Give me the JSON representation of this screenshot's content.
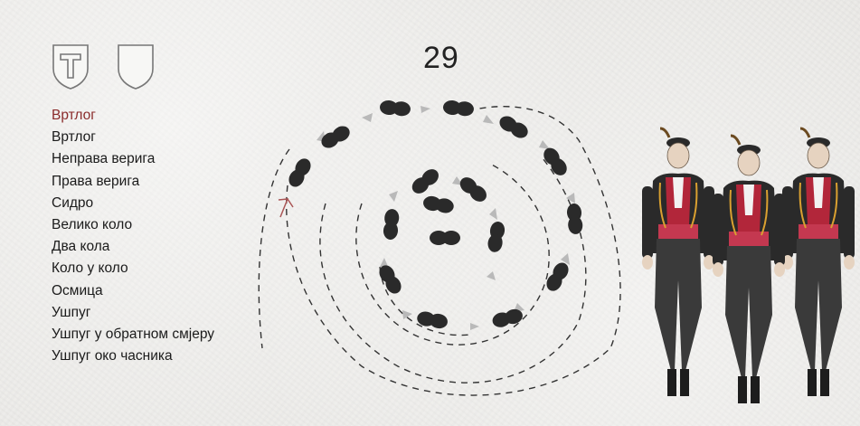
{
  "counter": "29",
  "crests": [
    "T-shield-icon",
    "blank-shield-icon"
  ],
  "menu": {
    "active_index": 0,
    "items": [
      "Вртлог",
      "Вртлог",
      "Неправа верига",
      "Права верига",
      "Сидро",
      "Велико коло",
      "Два кола",
      "Коло у коло",
      "Осмица",
      "Ушпуг",
      "Ушпуг у обратном смјеру",
      "Ушпуг око часника"
    ]
  },
  "colors": {
    "active_item": "#8a2b2b",
    "text": "#1b1b1b",
    "figure_dark": "#2a2a2a",
    "arrow": "#b9b9b9",
    "dashed_path": "#333333"
  }
}
